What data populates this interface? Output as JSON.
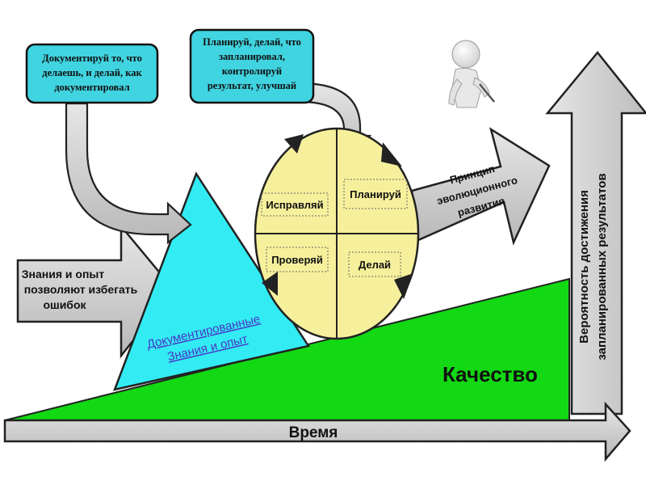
{
  "callouts": {
    "document": [
      "Документируй то, что",
      "делаешь, и делай, как",
      "документировал"
    ],
    "pdca": [
      "Планируй, делай, что",
      "запланировал,",
      "контролируй",
      "результат, улучшай"
    ]
  },
  "cycle": {
    "act": "Исправляй",
    "plan": "Планируй",
    "check": "Проверяй",
    "do": "Делай"
  },
  "arrows": {
    "knowledge": [
      "Знания и опыт",
      "позволяют избегать",
      "ошибок"
    ],
    "evolution": [
      "Принцип",
      "эволюционного",
      "развития"
    ],
    "time": "Время",
    "probability": [
      "Вероятность достижения",
      "запланированных результатов"
    ]
  },
  "triangle_label": [
    "Документированные",
    "Знания и опыт"
  ],
  "quality_label": "Качество",
  "colors": {
    "callout_fill": "#40d3e0",
    "triangle_fill": "#33ecf3",
    "circle_fill": "#f6f09c",
    "quality_fill": "#12d913",
    "arrow_fill": "#d2d2d2",
    "triangle_text": "#4838c8"
  }
}
